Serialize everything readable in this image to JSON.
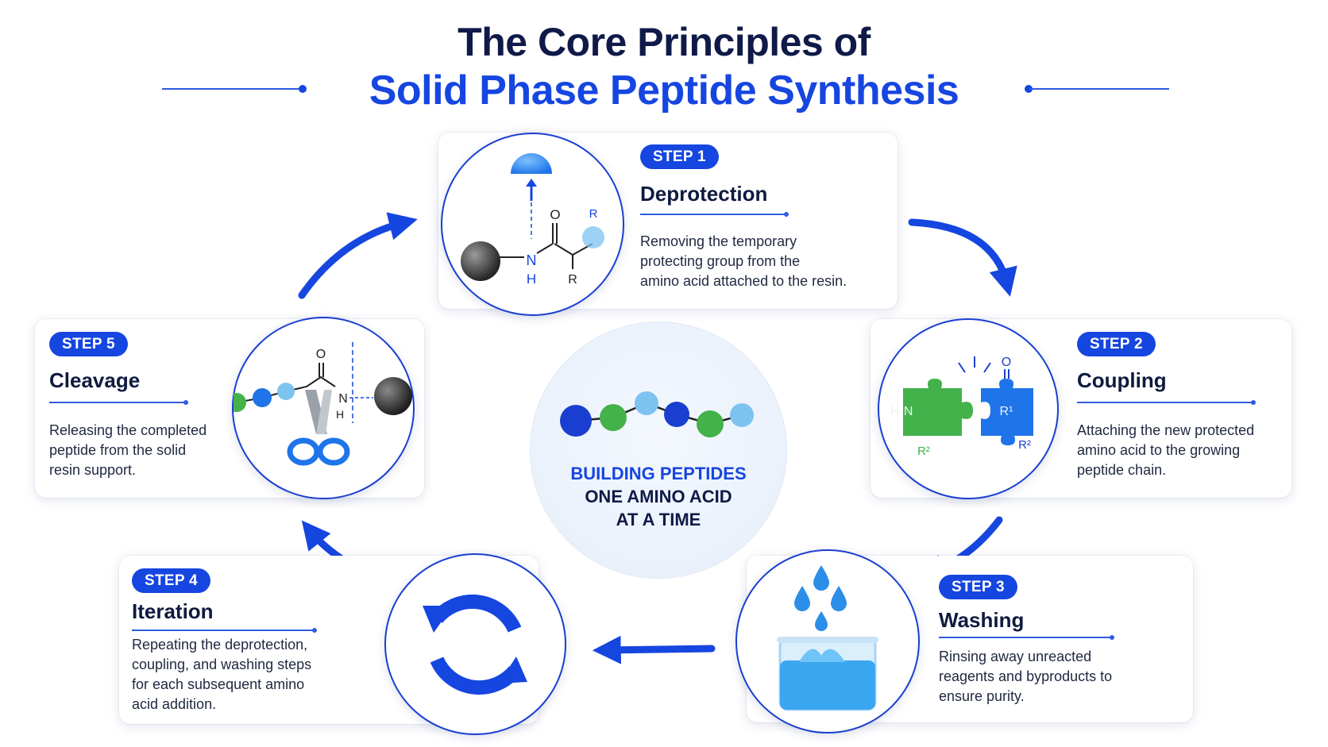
{
  "title": {
    "line1": "The Core Principles of",
    "line2": "Solid Phase Peptide Synthesis"
  },
  "center": {
    "line1": "BUILDING PEPTIDES",
    "line2": "ONE AMINO ACID",
    "line3": "AT A TIME"
  },
  "steps": [
    {
      "badge": "STEP 1",
      "title": "Deprotection",
      "desc": [
        "Removing the temporary",
        "protecting group from the",
        "amino acid attached to the resin."
      ],
      "icon": "resin-bead-deprotection-icon"
    },
    {
      "badge": "STEP 2",
      "title": "Coupling",
      "desc": [
        "Attaching the new protected",
        "amino acid to the growing",
        "peptide chain."
      ],
      "icon": "puzzle-coupling-icon"
    },
    {
      "badge": "STEP 3",
      "title": "Washing",
      "desc": [
        "Rinsing away unreacted",
        "reagents and byproducts to",
        "ensure purity."
      ],
      "icon": "beaker-water-icon"
    },
    {
      "badge": "STEP 4",
      "title": "Iteration",
      "desc": [
        "Repeating the deprotection,",
        "coupling, and washing steps",
        "for each subsequent amino",
        "acid addition."
      ],
      "icon": "cycle-arrows-icon"
    },
    {
      "badge": "STEP 5",
      "title": "Cleavage",
      "desc": [
        "Releasing the completed",
        "peptide from the solid",
        "resin support."
      ],
      "icon": "scissors-cleavage-icon"
    }
  ],
  "chem_labels": {
    "s1_o": "O",
    "s1_n": "N",
    "s1_h": "H",
    "s1_r": "R",
    "s1_r2": "R",
    "s2_hn": "H-N",
    "s2_r1": "R¹",
    "s2_r2a": "R²",
    "s2_r2b": "R²",
    "s2_o": "O",
    "s5_o": "O",
    "s5_n": "N",
    "s5_h": "H"
  },
  "colors": {
    "primary": "#1646e0",
    "navy": "#101a48",
    "green": "#43b24a",
    "light_blue": "#7cc3f0",
    "dark_blue": "#1a3fd0"
  }
}
